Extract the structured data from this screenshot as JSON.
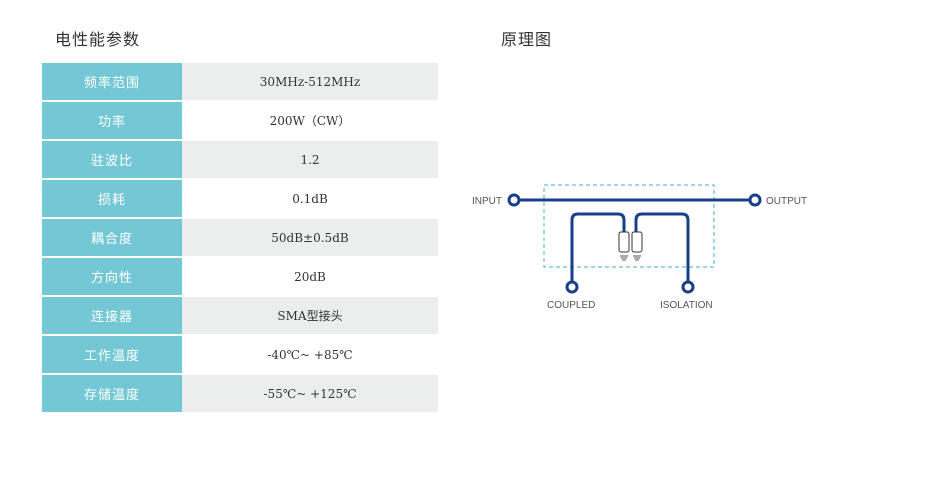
{
  "specs": {
    "title": "电性能参数",
    "rows": [
      {
        "label": "频率范围",
        "value": "30MHz-512MHz"
      },
      {
        "label": "功率",
        "value": "200W（CW）"
      },
      {
        "label": "驻波比",
        "value": "1.2"
      },
      {
        "label": "损耗",
        "value": "0.1dB"
      },
      {
        "label": "耦合度",
        "value": "50dB±0.5dB"
      },
      {
        "label": "方向性",
        "value": "20dB"
      },
      {
        "label": "连接器",
        "value": "SMA型接头"
      },
      {
        "label": "工作温度",
        "value": "-40℃~ +85℃"
      },
      {
        "label": "存储温度",
        "value": "-55℃~ +125℃"
      }
    ]
  },
  "diagram": {
    "title": "原理图",
    "ports": {
      "input": "INPUT",
      "output": "OUTPUT",
      "coupled": "COUPLED",
      "isolation": "ISOLATION"
    },
    "colors": {
      "line": "#1a3f8a",
      "boundary": "#4aa8d8",
      "label_bg": "#74c8d6"
    }
  }
}
